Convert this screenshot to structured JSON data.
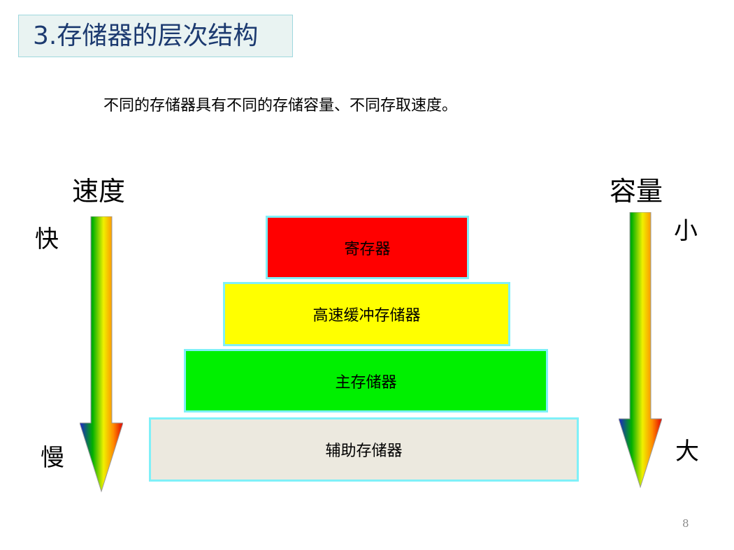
{
  "slide": {
    "title": "3.存储器的层次结构",
    "subtitle": "不同的存储器具有不同的存储容量、不同存取速度。",
    "page_number": "8"
  },
  "speed_axis": {
    "title": "速度",
    "top": "快",
    "bottom": "慢"
  },
  "capacity_axis": {
    "title": "容量",
    "top": "小",
    "bottom": "大"
  },
  "hierarchy": [
    {
      "label": "寄存器",
      "color": "#ff0000"
    },
    {
      "label": "高速缓冲存储器",
      "color": "#ffff00"
    },
    {
      "label": "主存储器",
      "color": "#00f000"
    },
    {
      "label": "辅助存储器",
      "color": "#ece9df"
    }
  ],
  "colors": {
    "tier_border": "#7ff0f8",
    "title_text": "#1c3a70",
    "title_background": "#e9f3f2",
    "arrow_gradient": [
      "#1e1ed0",
      "#00b000",
      "#f0f000",
      "#ff8a00",
      "#e00000"
    ]
  }
}
